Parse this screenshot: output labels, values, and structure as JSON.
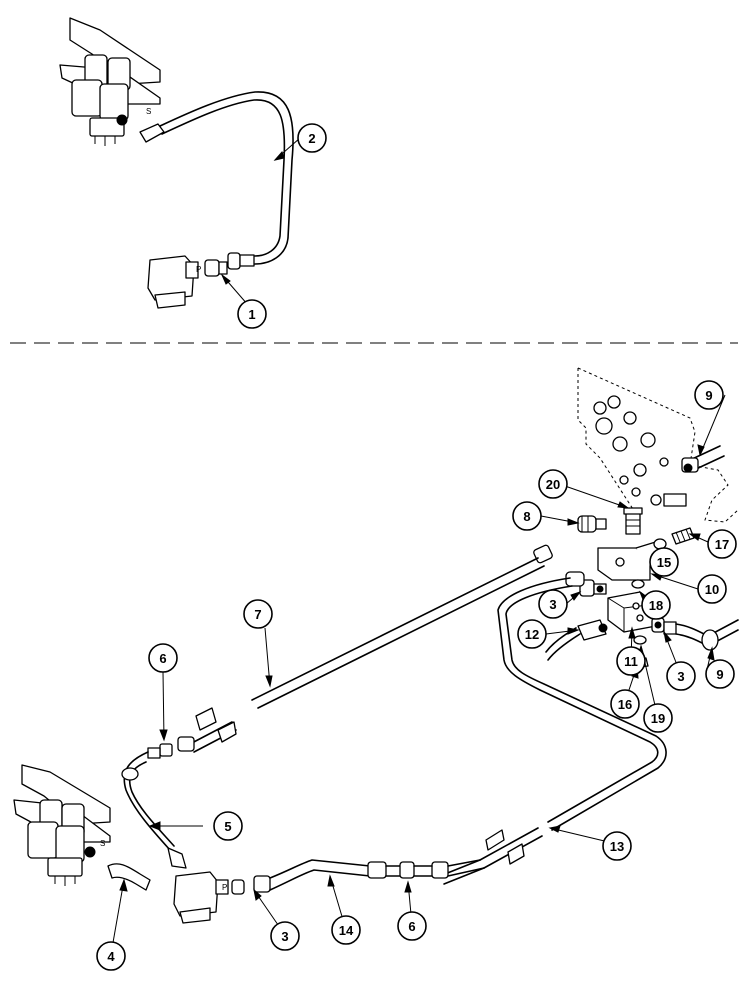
{
  "port_marks": {
    "s": "S",
    "p": "P"
  },
  "callouts": [
    {
      "id": "c-top-1",
      "n": "1"
    },
    {
      "id": "c-top-2",
      "n": "2"
    },
    {
      "id": "c-3a",
      "n": "3"
    },
    {
      "id": "c-3b",
      "n": "3"
    },
    {
      "id": "c-3c",
      "n": "3"
    },
    {
      "id": "c-4",
      "n": "4"
    },
    {
      "id": "c-5",
      "n": "5"
    },
    {
      "id": "c-6a",
      "n": "6"
    },
    {
      "id": "c-6b",
      "n": "6"
    },
    {
      "id": "c-7",
      "n": "7"
    },
    {
      "id": "c-8",
      "n": "8"
    },
    {
      "id": "c-9a",
      "n": "9"
    },
    {
      "id": "c-9b",
      "n": "9"
    },
    {
      "id": "c-10",
      "n": "10"
    },
    {
      "id": "c-11",
      "n": "11"
    },
    {
      "id": "c-12",
      "n": "12"
    },
    {
      "id": "c-13",
      "n": "13"
    },
    {
      "id": "c-14",
      "n": "14"
    },
    {
      "id": "c-15",
      "n": "15"
    },
    {
      "id": "c-16",
      "n": "16"
    },
    {
      "id": "c-17",
      "n": "17"
    },
    {
      "id": "c-18",
      "n": "18"
    },
    {
      "id": "c-19",
      "n": "19"
    },
    {
      "id": "c-20",
      "n": "20"
    }
  ]
}
